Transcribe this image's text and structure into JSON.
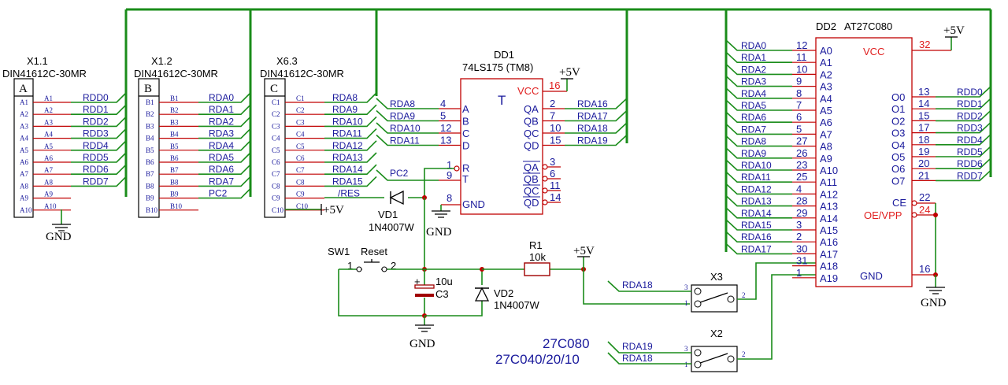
{
  "connectors": [
    {
      "ref": "X1.1",
      "part": "DIN41612C-30MR",
      "letter": "A",
      "pins": [
        "A1",
        "A2",
        "A3",
        "A4",
        "A5",
        "A6",
        "A7",
        "A8",
        "A9",
        "A10"
      ],
      "pads": [
        "A1",
        "A2",
        "A3",
        "A4",
        "A5",
        "A6",
        "A7",
        "A8",
        "A9",
        "A10"
      ],
      "nets": [
        "RDD0",
        "RDD1",
        "RDD2",
        "RDD3",
        "RDD4",
        "RDD5",
        "RDD6",
        "RDD7",
        "",
        ""
      ]
    },
    {
      "ref": "X1.2",
      "part": "DIN41612C-30MR",
      "letter": "B",
      "pins": [
        "B1",
        "B2",
        "B3",
        "B4",
        "B5",
        "B6",
        "B7",
        "B8",
        "B9",
        "B10"
      ],
      "pads": [
        "B1",
        "B2",
        "B3",
        "B4",
        "B5",
        "B6",
        "B7",
        "B8",
        "B9",
        "B10"
      ],
      "nets": [
        "RDA0",
        "RDA1",
        "RDA2",
        "RDA3",
        "RDA4",
        "RDA5",
        "RDA6",
        "RDA7",
        "PC2",
        ""
      ]
    },
    {
      "ref": "X6.3",
      "part": "DIN41612C-30MR",
      "letter": "C",
      "pins": [
        "C1",
        "C2",
        "C3",
        "C4",
        "C5",
        "C6",
        "C7",
        "C8",
        "C9",
        "C10"
      ],
      "pads": [
        "C1",
        "C2",
        "C3",
        "C4",
        "C5",
        "C6",
        "C7",
        "C8",
        "C9",
        "C10"
      ],
      "nets": [
        "RDA8",
        "RDA9",
        "RDA10",
        "RDA11",
        "RDA12",
        "RDA13",
        "RDA14",
        "RDA15",
        "/RES",
        ""
      ]
    }
  ],
  "dd1": {
    "ref": "DD1",
    "part": "74LS175 (TM8)",
    "t": "T",
    "vcc": "VCC",
    "vcc_pin": "16",
    "gnd": "GND",
    "gnd_pin": "8",
    "inputs": [
      {
        "net": "RDA8",
        "num": "4",
        "name": "A"
      },
      {
        "net": "RDA9",
        "num": "5",
        "name": "B"
      },
      {
        "net": "RDA10",
        "num": "12",
        "name": "C"
      },
      {
        "net": "RDA11",
        "num": "13",
        "name": "D"
      }
    ],
    "ctrl": [
      {
        "num": "1",
        "name": "R"
      },
      {
        "num": "9",
        "name": "T",
        "net": "PC2"
      }
    ],
    "outputs": [
      {
        "num": "2",
        "name": "QA",
        "net": "RDA16"
      },
      {
        "num": "7",
        "name": "QB",
        "net": "RDA17"
      },
      {
        "num": "10",
        "name": "QC",
        "net": "RDA18"
      },
      {
        "num": "15",
        "name": "QD",
        "net": "RDA19"
      }
    ],
    "inv_outputs": [
      {
        "num": "3",
        "name": "QA"
      },
      {
        "num": "6",
        "name": "QB"
      },
      {
        "num": "11",
        "name": "QC"
      },
      {
        "num": "14",
        "name": "QD"
      }
    ]
  },
  "dd2": {
    "ref": "DD2",
    "part": "AT27C080",
    "vcc": "VCC",
    "vcc_pin": "32",
    "gnd": "GND",
    "gnd_pin": "16",
    "addr": [
      {
        "net": "RDA0",
        "num": "12",
        "name": "A0"
      },
      {
        "net": "RDA1",
        "num": "11",
        "name": "A1"
      },
      {
        "net": "RDA2",
        "num": "10",
        "name": "A2"
      },
      {
        "net": "RDA3",
        "num": "9",
        "name": "A3"
      },
      {
        "net": "RDA4",
        "num": "8",
        "name": "A4"
      },
      {
        "net": "RDA5",
        "num": "7",
        "name": "A5"
      },
      {
        "net": "RDA6",
        "num": "6",
        "name": "A6"
      },
      {
        "net": "RDA7",
        "num": "5",
        "name": "A7"
      },
      {
        "net": "RDA8",
        "num": "27",
        "name": "A8"
      },
      {
        "net": "RDA9",
        "num": "26",
        "name": "A9"
      },
      {
        "net": "RDA10",
        "num": "23",
        "name": "A10"
      },
      {
        "net": "RDA11",
        "num": "25",
        "name": "A11"
      },
      {
        "net": "RDA12",
        "num": "4",
        "name": "A12"
      },
      {
        "net": "RDA13",
        "num": "28",
        "name": "A13"
      },
      {
        "net": "RDA14",
        "num": "29",
        "name": "A14"
      },
      {
        "net": "RDA15",
        "num": "3",
        "name": "A15"
      },
      {
        "net": "RDA16",
        "num": "2",
        "name": "A16"
      },
      {
        "net": "RDA17",
        "num": "30",
        "name": "A17"
      },
      {
        "net": "",
        "num": "31",
        "name": "A18"
      },
      {
        "net": "",
        "num": "1",
        "name": "A19"
      }
    ],
    "data": [
      {
        "num": "13",
        "name": "O0",
        "net": "RDD0"
      },
      {
        "num": "14",
        "name": "O1",
        "net": "RDD1"
      },
      {
        "num": "15",
        "name": "O2",
        "net": "RDD2"
      },
      {
        "num": "17",
        "name": "O3",
        "net": "RDD3"
      },
      {
        "num": "18",
        "name": "O4",
        "net": "RDD4"
      },
      {
        "num": "19",
        "name": "O5",
        "net": "RDD5"
      },
      {
        "num": "20",
        "name": "O6",
        "net": "RDD6"
      },
      {
        "num": "21",
        "name": "O7",
        "net": "RDD7"
      }
    ],
    "ce": "CE",
    "ce_pin": "22",
    "oe": "OE/VPP",
    "oe_pin": "24"
  },
  "parts": {
    "vd1_ref": "VD1",
    "vd1_part": "1N4007W",
    "vd2_ref": "VD2",
    "vd2_part": "1N4007W",
    "r1_ref": "R1",
    "r1_val": "10k",
    "c3_ref": "C3",
    "c3_val": "10u",
    "c3_plus": "+",
    "sw1_ref": "SW1",
    "sw1_name": "Reset",
    "sw1_pin1": "1",
    "sw1_pin2": "2",
    "x3_ref": "X3",
    "x3_pin3": "3",
    "x3_pin1": "1",
    "x3_pin2": "2",
    "x3_net": "RDA18",
    "x2_ref": "X2",
    "x2_pin3": "3",
    "x2_pin1": "1",
    "x2_pin2": "2",
    "x2_net3": "RDA19",
    "x2_net1": "RDA18"
  },
  "power": {
    "vcc": "+5V",
    "gnd": "GND"
  },
  "notes": {
    "line1": "27C080",
    "line2": "27C040/20/10"
  },
  "colors": {
    "wire": "#1a8c1a",
    "body": "#c00000",
    "text": "#1a1a9c",
    "power_pin": "#e02020"
  }
}
